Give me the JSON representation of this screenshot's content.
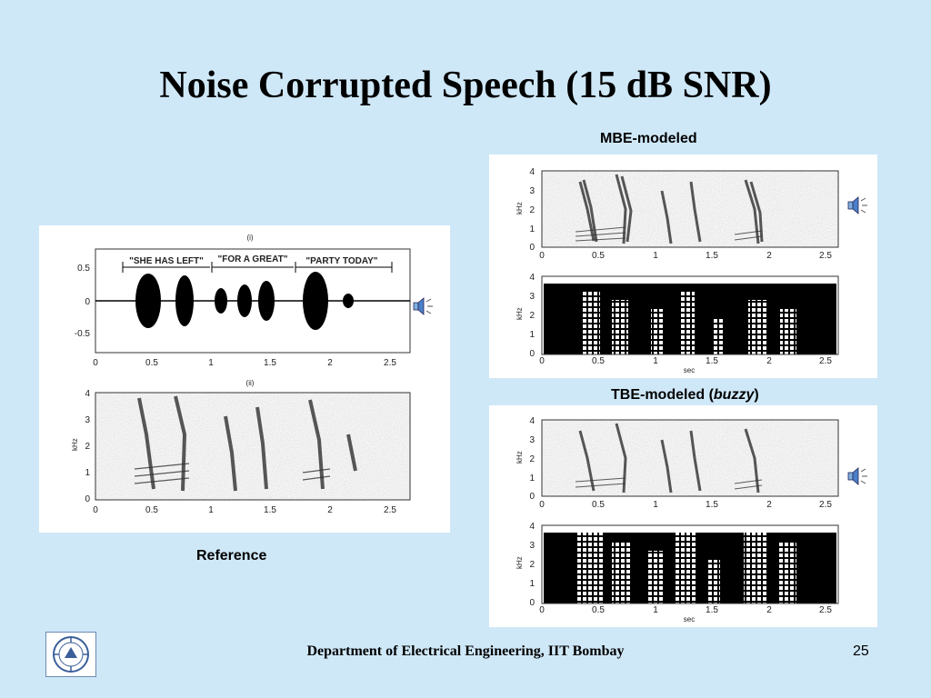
{
  "slide": {
    "title": "Noise Corrupted Speech (15 dB SNR)",
    "footer": "Department of Electrical Engineering, IIT Bombay",
    "page_number": "25"
  },
  "reference": {
    "label": "Reference",
    "panel_i_label": "(i)",
    "panel_ii_label": "(ii)",
    "phrases": [
      "\"SHE HAS LEFT\"",
      "\"FOR A GREAT\"",
      "\"PARTY TODAY\""
    ],
    "waveform_yticks": [
      "0.5",
      "0",
      "-0.5"
    ],
    "spectrogram_yticks": [
      "4",
      "3",
      "2",
      "1",
      "0"
    ],
    "xticks": [
      "0",
      "0.5",
      "1",
      "1.5",
      "2",
      "2.5"
    ],
    "ylabel": "kHz"
  },
  "mbe": {
    "label": "MBE-modeled",
    "yticks": [
      "4",
      "3",
      "2",
      "1",
      "0"
    ],
    "xticks": [
      "0",
      "0.5",
      "1",
      "1.5",
      "2",
      "2.5"
    ],
    "ylabel": "kHz",
    "xlabel": "sec"
  },
  "tbe": {
    "label_main": "TBE-modeled (",
    "label_em": "buzzy",
    "label_close": ")",
    "yticks": [
      "4",
      "3",
      "2",
      "1",
      "0"
    ],
    "xticks": [
      "0",
      "0.5",
      "1",
      "1.5",
      "2",
      "2.5"
    ],
    "ylabel": "kHz",
    "xlabel": "sec"
  },
  "icons": {
    "speaker": "speaker-icon",
    "logo": "iit-bombay-logo"
  }
}
